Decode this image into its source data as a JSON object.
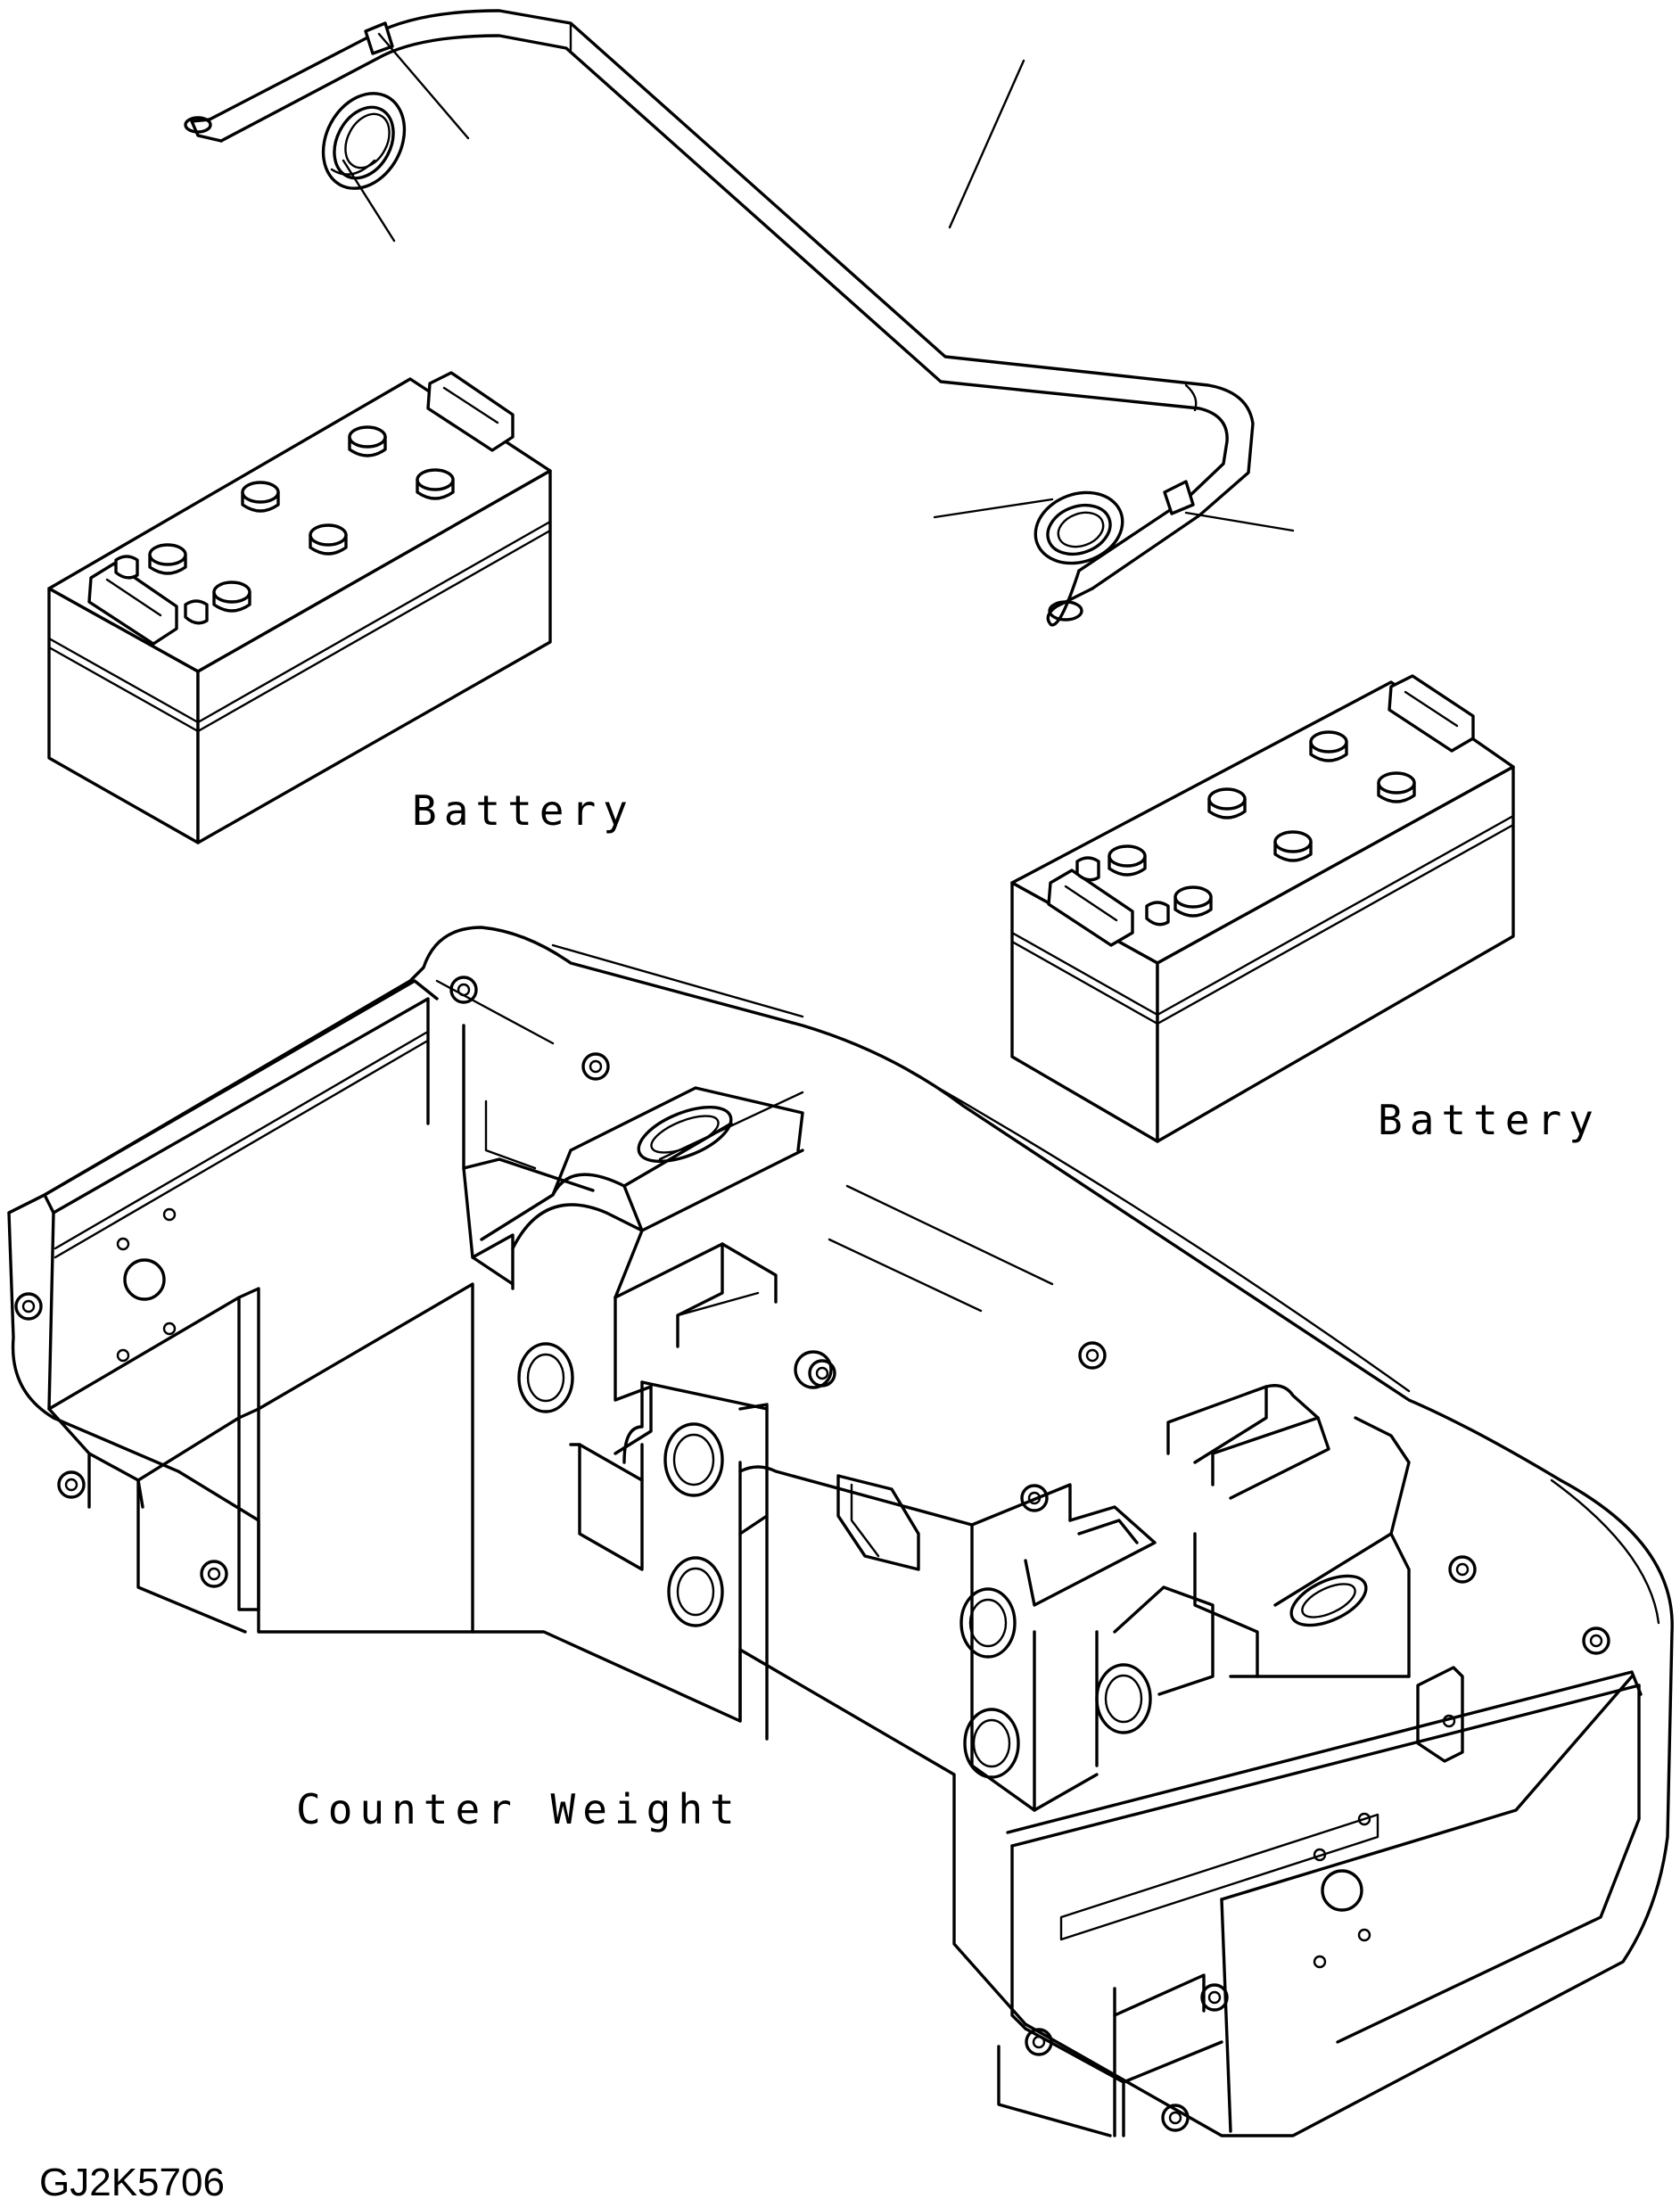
{
  "labels": {
    "battery_left": "Battery",
    "battery_right": "Battery",
    "counter_weight": "Counter Weight"
  },
  "drawing_code": "GJ2K5706"
}
